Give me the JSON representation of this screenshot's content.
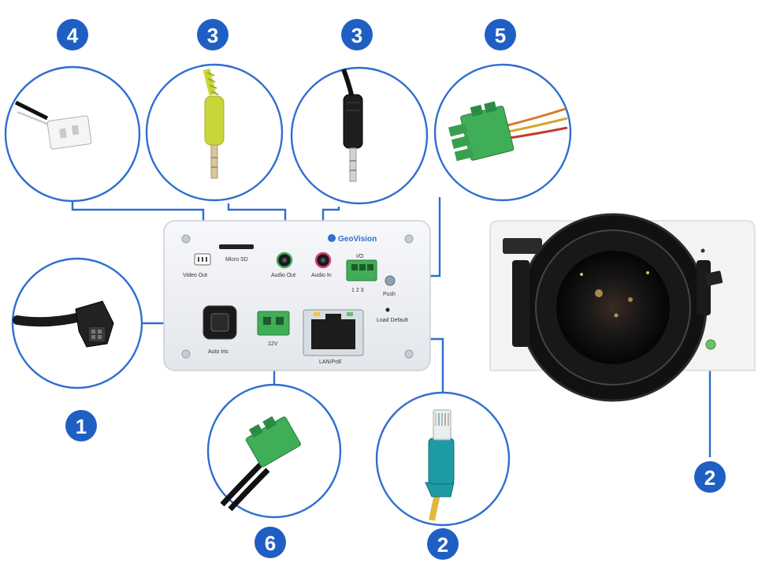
{
  "colors": {
    "accent": "#2e6fd0",
    "badge": "#1f5fc4",
    "badge_text": "#ffffff",
    "panel": "#f1f3f6",
    "panel_stroke": "#c9ced6",
    "connector_green": "#3fae57",
    "cable_yellow": "#c9d63a",
    "cable_teal": "#1e9aa3"
  },
  "badges": {
    "b4": "4",
    "b3a": "3",
    "b3b": "3",
    "b5": "5",
    "b1": "1",
    "b6": "6",
    "b2a": "2",
    "b2b": "2"
  },
  "panel": {
    "brand": "GeoVision",
    "micro_sd": "Micro SD",
    "video_out": "Video Out",
    "audio_out": "Audio Out",
    "audio_in": "Audio In",
    "io": "I/O",
    "io_pins": "1 2 3",
    "push": "Push",
    "load_default": "Load Default",
    "auto_iris": "Auto Iris",
    "dc12v": "12V",
    "lan_poe": "LAN/PoE"
  },
  "icons": {
    "video_out_plug": "white-2pin-plug-icon",
    "audio_out_plug": "yellow-3.5mm-jack-icon",
    "audio_in_plug": "black-3.5mm-jack-icon",
    "io_block": "green-terminal-block-icon",
    "auto_iris_plug": "auto-iris-cable-icon",
    "power_block": "green-power-terminal-icon",
    "rj45_plug": "rj45-cable-icon",
    "camera_lens": "camera-lens-icon"
  }
}
